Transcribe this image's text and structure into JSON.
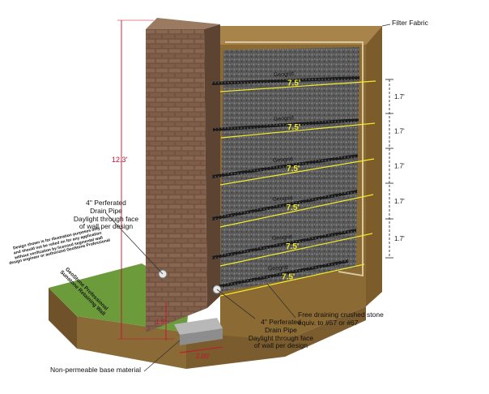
{
  "labels": {
    "filter_fabric": "Filter Fabric",
    "geogrid": "Geogrid",
    "perforated_pipe_upper": [
      "4\" Perferated",
      "Drain Pipe",
      "Daylight through face",
      "of wall per design"
    ],
    "perforated_pipe_lower": [
      "4\" Perferated",
      "Drain Pipe",
      "Daylight through face",
      "of wall per design"
    ],
    "free_draining": [
      "Free draining crushed stone",
      "equiv. to #57 or #67"
    ],
    "base_material": "Non-permeable base material",
    "disclaimer": [
      "Design shown is for illustration purposes only",
      "and should not be relied on for any application",
      "without verification by licensed segmental wall",
      "design engineer or authorized GeoStone Professional"
    ],
    "stamp": [
      "GeoStone Professional",
      "Sunstone Retaining Wall"
    ]
  },
  "dimensions": {
    "wall_height": "12.3'",
    "embedment": "1.5'",
    "base_width": "2.00'",
    "grid_length": [
      "7.5'",
      "7.5'",
      "7.5'",
      "7.5'",
      "7.5'",
      "7.5'"
    ],
    "grid_spacing": [
      "1.7'",
      "1.7'",
      "1.7'",
      "1.7'",
      "1.7'"
    ]
  },
  "colors": {
    "dimension_red": "#c8102e",
    "dimension_yellow": "#f2ea2a",
    "block": "#7a5a45",
    "soil": "#8b6a34",
    "grass": "#6b9b3a",
    "gravel": "#5e5e5e",
    "geogrid": "#151515"
  }
}
